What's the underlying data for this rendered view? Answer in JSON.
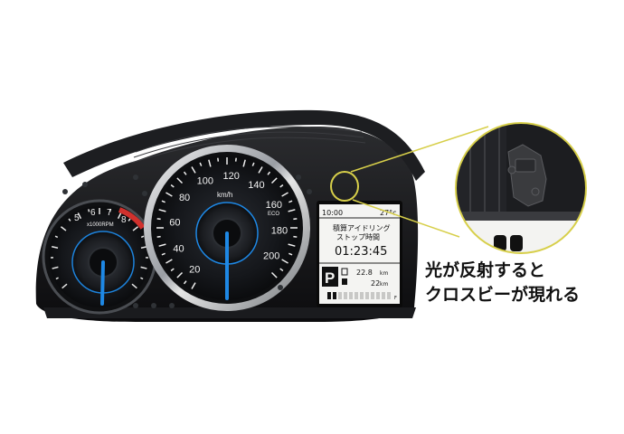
{
  "speedometer": {
    "unit": "km/h",
    "ticks": [
      "20",
      "40",
      "60",
      "80",
      "100",
      "120",
      "140",
      "160",
      "180",
      "200"
    ],
    "eco_label": "ECO"
  },
  "tachometer": {
    "unit": "x1000RPM",
    "ticks": [
      "5",
      "6",
      "7",
      "8"
    ]
  },
  "display": {
    "clock": "10:00",
    "outside_temp": "27°c",
    "idle_stop_line1": "積算アイドリング",
    "idle_stop_line2": "ストップ時間",
    "idle_stop_time": "01:23:45",
    "gear": "P",
    "trip_a_value": "22.8",
    "trip_a_unit": "km",
    "range_value": "22",
    "range_unit": "km",
    "fuel_full_label": "F"
  },
  "caption": {
    "line1": "光が反射すると",
    "line2": "クロスビーが現れる"
  },
  "colors": {
    "callout": "#d7cf4a",
    "needle_blue": "#1e88e5",
    "redline": "#d0312d"
  },
  "icons": [
    "car-silhouette-icon",
    "fuel-pump-icon",
    "warning-lamp-icons"
  ]
}
